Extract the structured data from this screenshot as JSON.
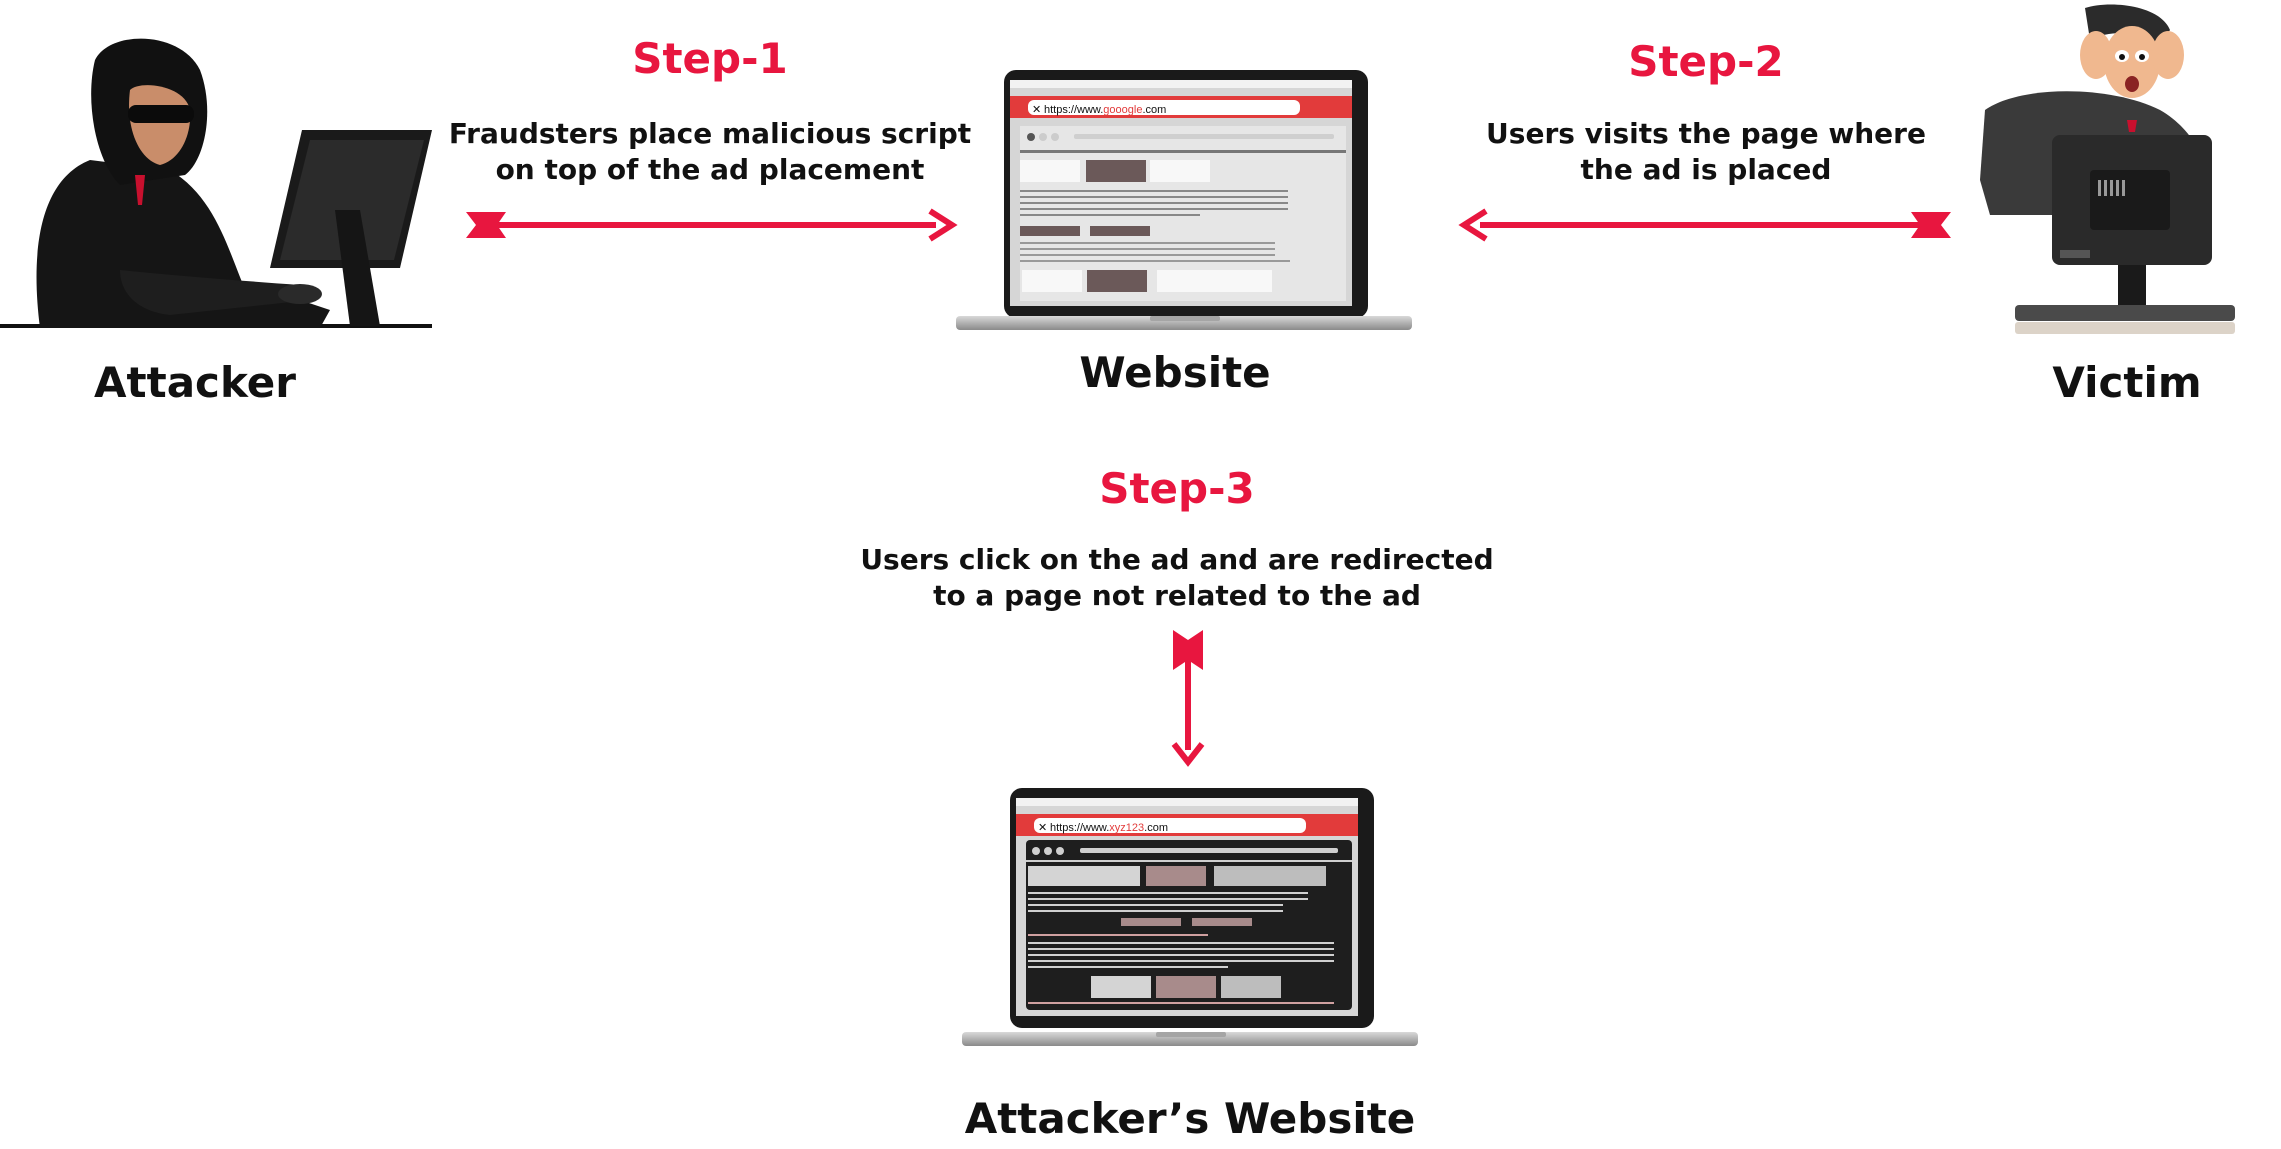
{
  "colors": {
    "accent": "#e8163f",
    "text": "#111111",
    "browser_bar": "#e23b3b"
  },
  "steps": [
    {
      "title": "Step-1",
      "line1": "Fraudsters place malicious script",
      "line2": "on top of the ad placement"
    },
    {
      "title": "Step-2",
      "line1": "Users visits the page where",
      "line2": "the ad is placed"
    },
    {
      "title": "Step-3",
      "line1": "Users click on the ad and are redirected",
      "line2": "to a page not related to the ad"
    }
  ],
  "nodes": {
    "attacker": "Attacker",
    "website": "Website",
    "victim": "Victim",
    "attacker_website": "Attacker’s Website"
  },
  "browsers": {
    "website_url_prefix": "https://www.",
    "website_url_domain": "gooogle",
    "website_url_suffix": ".com",
    "attacker_url_prefix": "https://www.",
    "attacker_url_domain": "xyz123",
    "attacker_url_suffix": ".com"
  },
  "icons": [
    "attacker-hacker-icon",
    "victim-person-icon",
    "laptop-icon",
    "arrow-right-icon",
    "arrow-left-icon",
    "arrow-down-icon"
  ]
}
